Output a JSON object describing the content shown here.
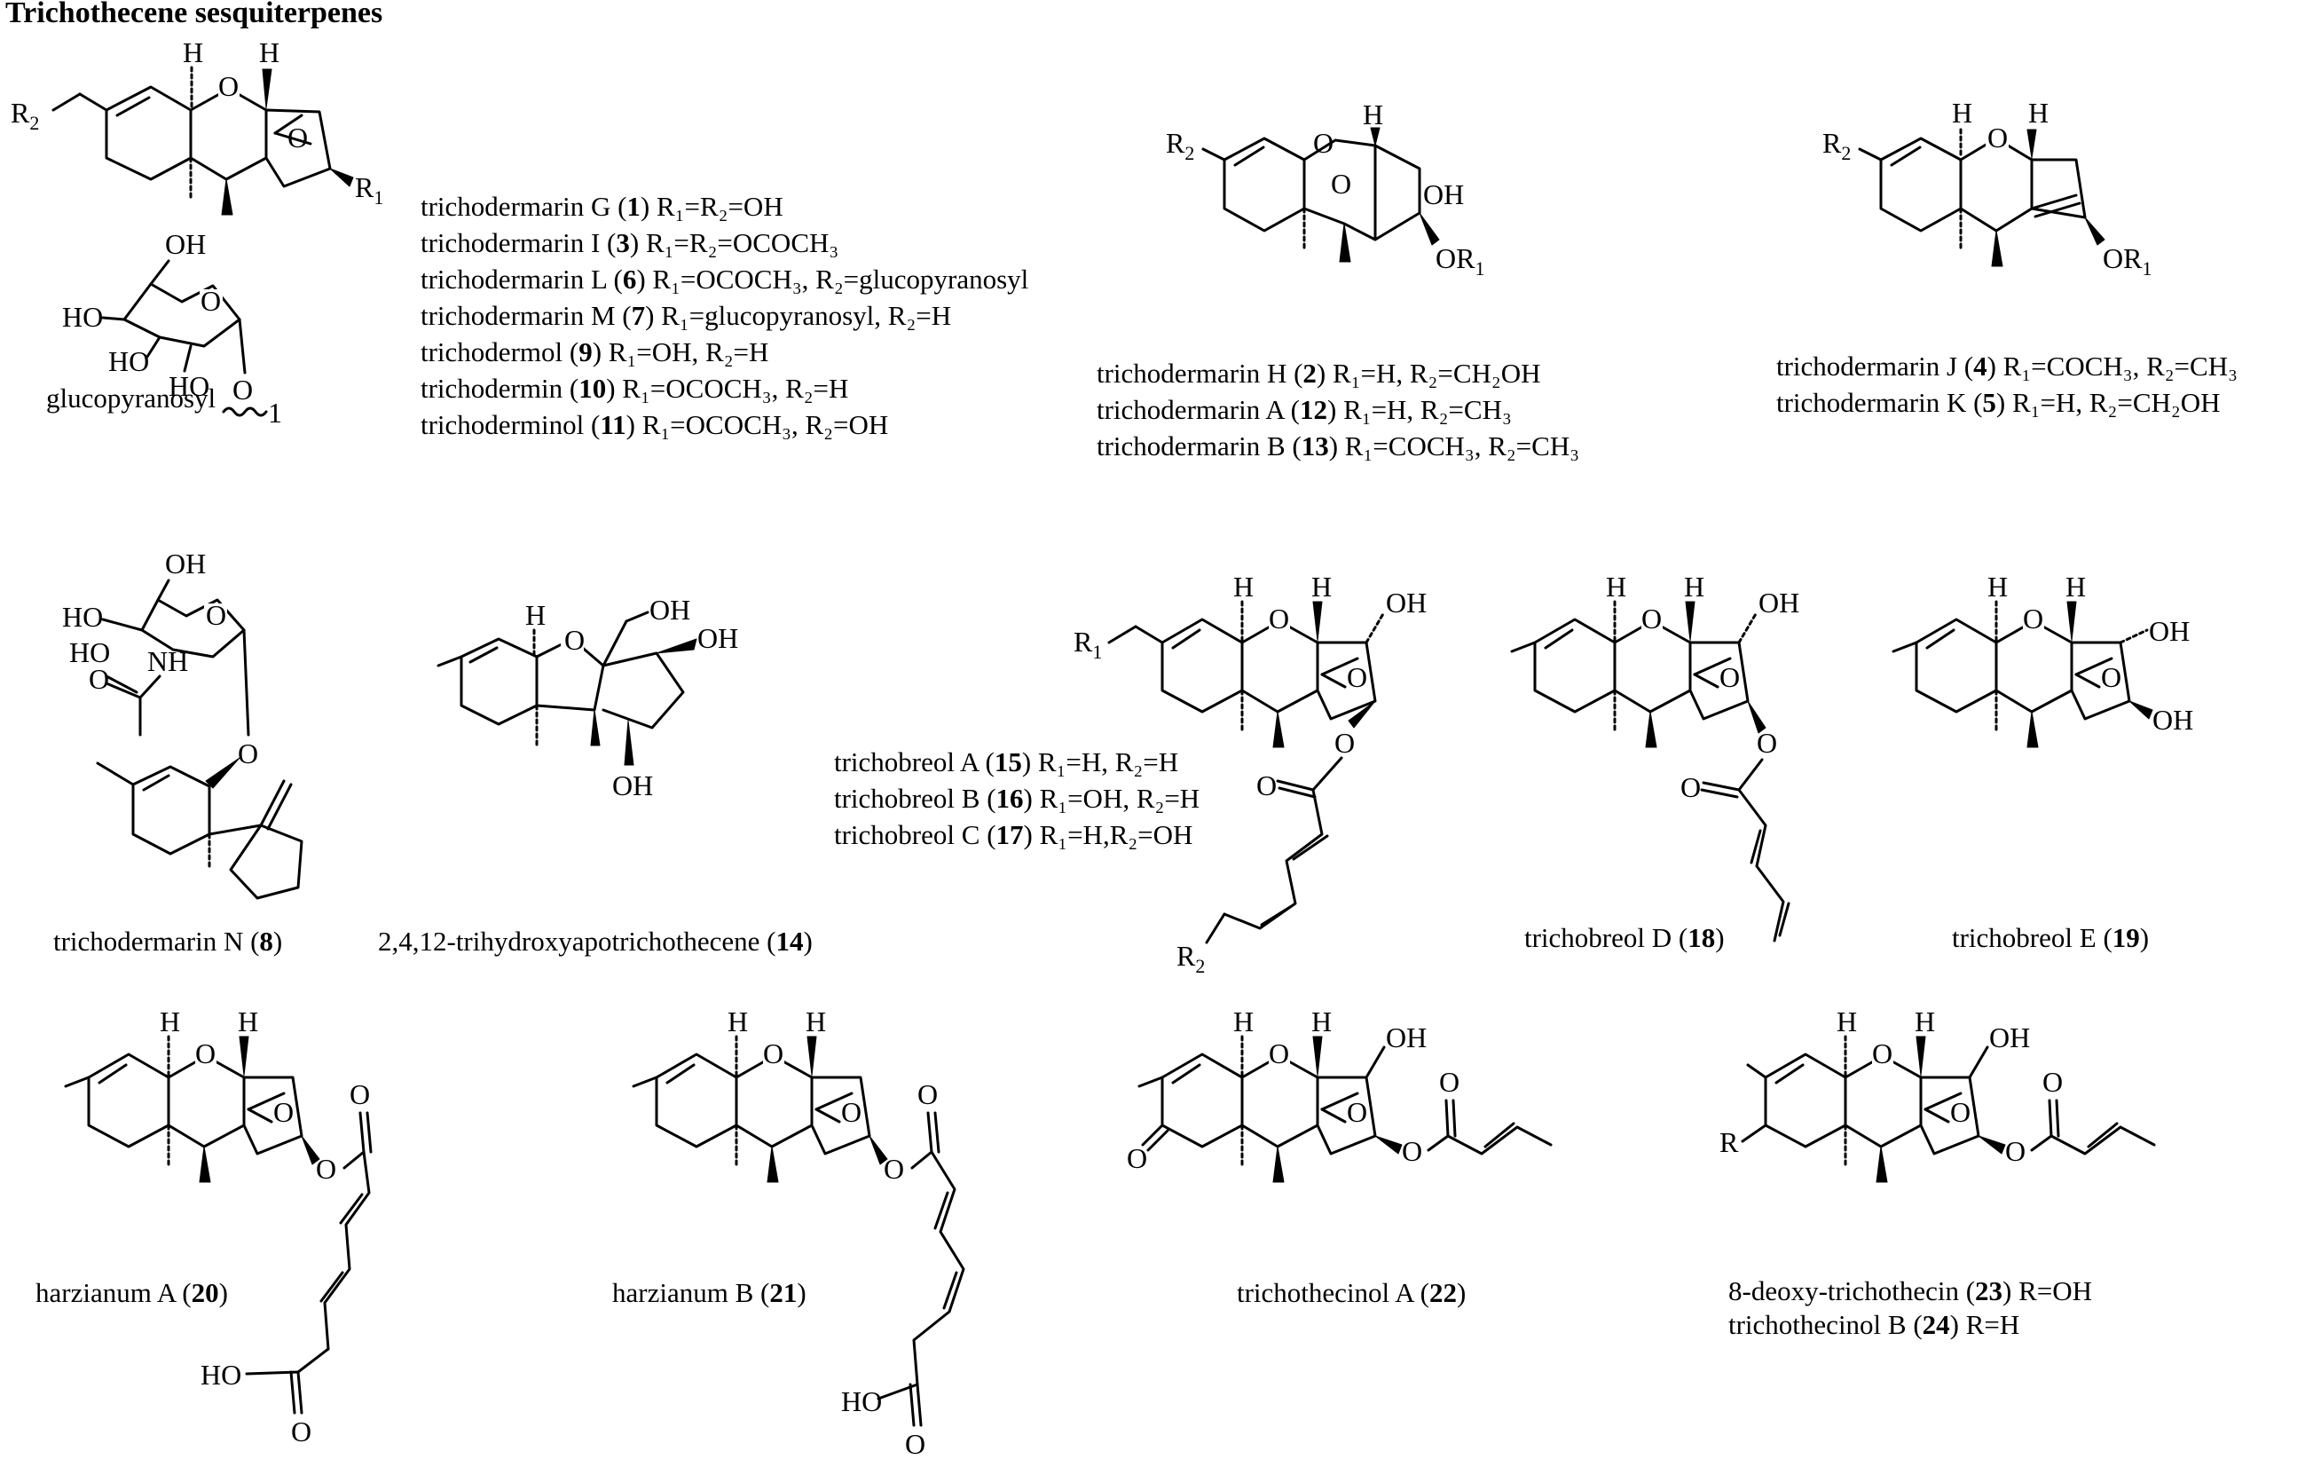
{
  "title": "Trichothecene sesquiterpenes",
  "atoms": {
    "H": "H",
    "O": "O",
    "OH": "OH",
    "HO": "HO",
    "R": "R",
    "R1": "R",
    "R2": "R",
    "sub1": "1",
    "sub2": "2",
    "NH": "NH",
    "OR1": "OR",
    "wavy_note": "1"
  },
  "group1": {
    "glucopyranosyl": "glucopyranosyl",
    "entries": [
      {
        "name": "trichodermarin G",
        "num": "1",
        "sub": "R₁=R₂=OH"
      },
      {
        "name": "trichodermarin I",
        "num": "3",
        "sub": "R₁=R₂=OCOCH₃"
      },
      {
        "name": "trichodermarin L",
        "num": "6",
        "sub": "R₁=OCOCH₃, R₂=glucopyranosyl"
      },
      {
        "name": "trichodermarin M",
        "num": "7",
        "sub": "R₁=glucopyranosyl, R₂=H"
      },
      {
        "name": "trichodermol",
        "num": "9",
        "sub": "R₁=OH, R₂=H"
      },
      {
        "name": "trichodermin",
        "num": "10",
        "sub": "R₁=OCOCH₃, R₂=H"
      },
      {
        "name": "trichoderminol",
        "num": "11",
        "sub": "R₁=OCOCH₃, R₂=OH"
      }
    ]
  },
  "group2": {
    "entries": [
      {
        "name": "trichodermarin H",
        "num": "2",
        "sub": "R₁=H, R₂=CH₂OH"
      },
      {
        "name": "trichodermarin A",
        "num": "12",
        "sub": "R₁=H, R₂=CH₃"
      },
      {
        "name": "trichodermarin B",
        "num": "13",
        "sub": "R₁=COCH₃, R₂=CH₃"
      }
    ]
  },
  "group3": {
    "entries": [
      {
        "name": "trichodermarin J",
        "num": "4",
        "sub": "R₁=COCH₃, R₂=CH₃"
      },
      {
        "name": "trichodermarin K",
        "num": "5",
        "sub": "R₁=H, R₂=CH₂OH"
      }
    ]
  },
  "group4": {
    "entries": [
      {
        "name": "trichobreol A",
        "num": "15",
        "sub": "R₁=H, R₂=H"
      },
      {
        "name": "trichobreol B",
        "num": "16",
        "sub": "R₁=OH, R₂=H"
      },
      {
        "name": "trichobreol C",
        "num": "17",
        "sub": "R₁=H,R₂=OH"
      }
    ]
  },
  "captions": {
    "c8": {
      "name": "trichodermarin N",
      "num": "8"
    },
    "c14": {
      "name": "2,4,12-trihydroxyapotrichothecene",
      "num": "14"
    },
    "c18": {
      "name": "trichobreol D",
      "num": "18"
    },
    "c19": {
      "name": "trichobreol E",
      "num": "19"
    },
    "c20": {
      "name": "harzianum A",
      "num": "20"
    },
    "c21": {
      "name": "harzianum B",
      "num": "21"
    },
    "c22": {
      "name": "trichothecinol A",
      "num": "22"
    },
    "c23": {
      "name": "8-deoxy-trichothecin",
      "num": "23",
      "sub": "R=OH"
    },
    "c24": {
      "name": "trichothecinol B",
      "num": "24",
      "sub": "R=H"
    }
  }
}
